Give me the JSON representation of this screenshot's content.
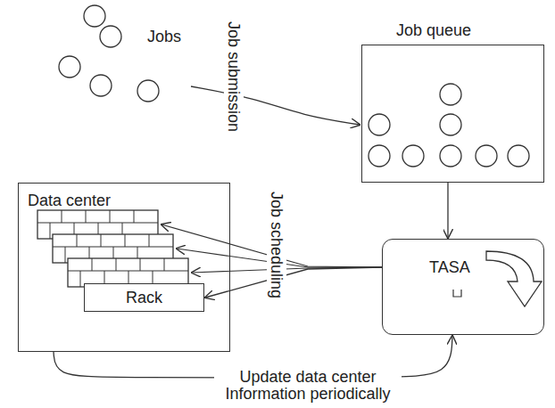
{
  "diagram": {
    "nodes": [
      {
        "text": [
          "Jobs"
        ]
      },
      {
        "text": [
          "Job queue"
        ]
      },
      {
        "text": [
          "Data center"
        ]
      },
      {
        "text": [
          "Rack"
        ],
        "in": 2
      },
      {
        "text": [
          "TASA"
        ]
      }
    ],
    "edges": [
      {
        "from": 0,
        "to": 1,
        "arrow": "to",
        "label": "Job submission"
      },
      {
        "from": 1,
        "to": 4,
        "arrow": "to"
      },
      {
        "from": 4,
        "to": 3,
        "arrow": "to",
        "label": "Job scheduling"
      },
      {
        "from": 2,
        "to": 4,
        "arrow": "to",
        "label": "Update data center Information periodically"
      }
    ]
  }
}
